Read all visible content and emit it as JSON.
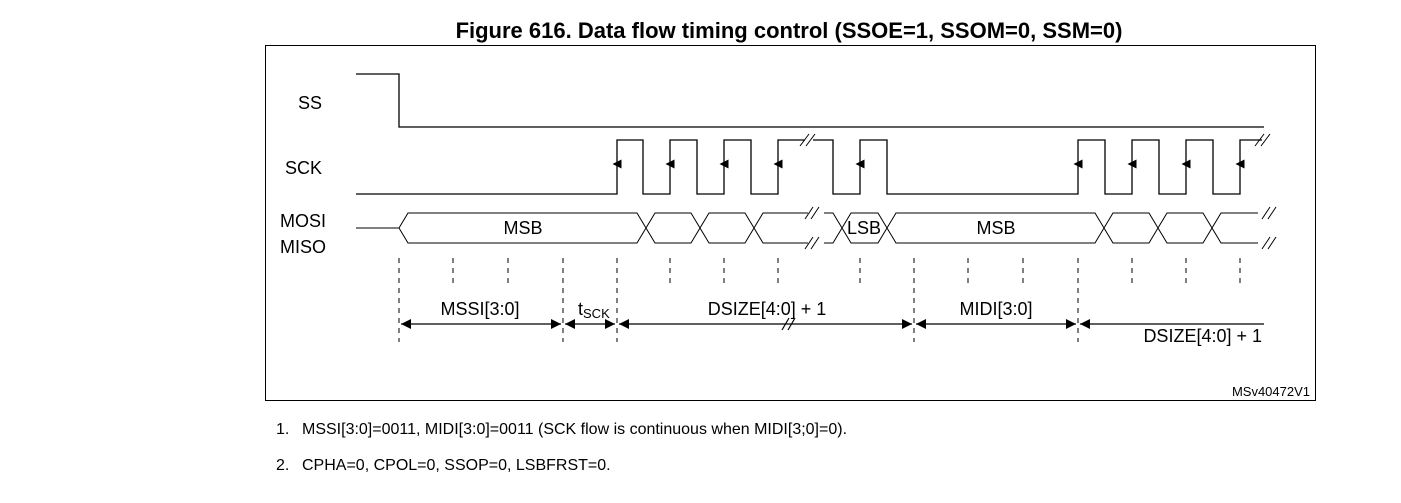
{
  "figure": {
    "title": "Figure 616. Data flow timing control (SSOE=1, SSOM=0, SSM=0)",
    "code": "MSv40472V1"
  },
  "signals": {
    "ss": "SS",
    "sck": "SCK",
    "mosi": "MOSI",
    "miso": "MISO"
  },
  "bus_labels": {
    "msb_1": "MSB",
    "lsb": "LSB",
    "msb_2": "MSB"
  },
  "intervals": {
    "mssi": "MSSI[3:0]",
    "tsck_main": "t",
    "tsck_sub": "SCK",
    "dsize_1": "DSIZE[4:0] + 1",
    "midi": "MIDI[3:0]",
    "dsize_2": "DSIZE[4:0] + 1"
  },
  "notes": [
    {
      "num": "1.",
      "text": "MSSI[3:0]=0011, MIDI[3:0]=0011 (SCK flow is continuous when MIDI[3;0]=0)."
    },
    {
      "num": "2.",
      "text": "CPHA=0, CPOL=0, SSOP=0, LSBFRST=0."
    }
  ]
}
